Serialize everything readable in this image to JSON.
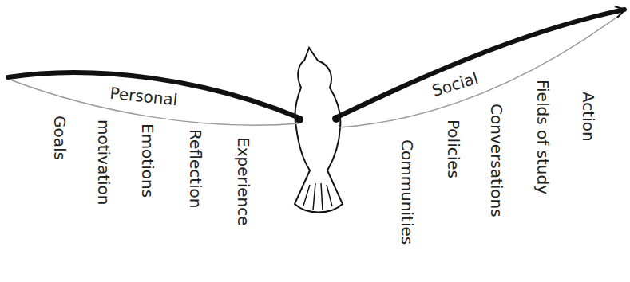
{
  "diagram": {
    "nodes": [
      {
        "text": [
          "Personal"
        ]
      },
      {
        "text": [
          "Social"
        ]
      }
    ],
    "labels": [
      "Goals",
      "motivation",
      "Emotions",
      "Reflection",
      "Experience",
      "Communities",
      "Policies",
      "Conversations",
      "Fields of study",
      "Action"
    ]
  }
}
